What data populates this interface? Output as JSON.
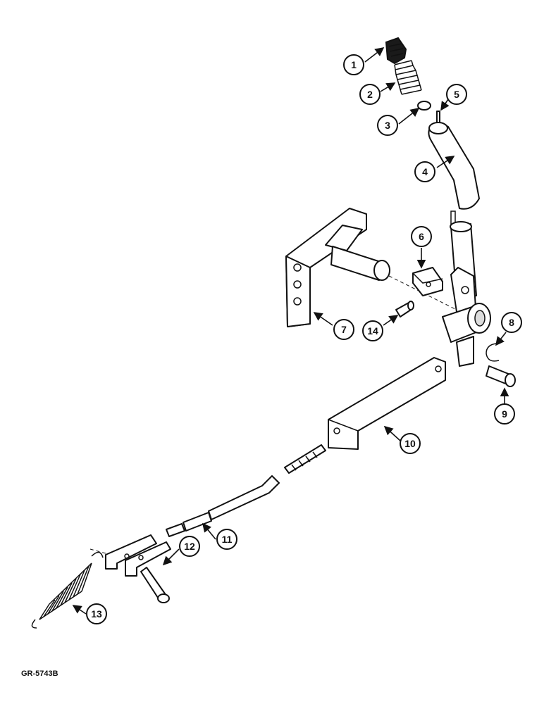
{
  "callouts": [
    {
      "label": "1"
    },
    {
      "label": "2"
    },
    {
      "label": "3"
    },
    {
      "label": "4"
    },
    {
      "label": "5"
    },
    {
      "label": "6"
    },
    {
      "label": "7"
    },
    {
      "label": "8"
    },
    {
      "label": "9"
    },
    {
      "label": "10"
    },
    {
      "label": "11"
    },
    {
      "label": "12"
    },
    {
      "label": "13"
    },
    {
      "label": "14"
    }
  ],
  "reference_code": "GR-5743B",
  "colors": {
    "line": "#111111",
    "background": "#ffffff"
  }
}
